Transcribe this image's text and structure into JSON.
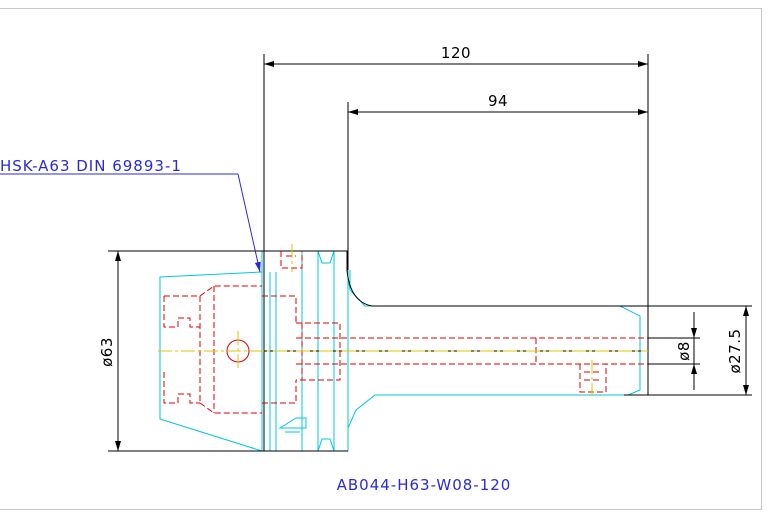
{
  "drawing": {
    "callout_label": "HSK-A63 DIN 69893-1",
    "part_number": "AB044-H63-W08-120",
    "dimensions": {
      "overall_length": "120",
      "gauge_length": "94",
      "flange_diameter": "ø63",
      "bore_diameter": "ø8",
      "nose_diameter": "ø27.5"
    },
    "colors": {
      "dimension": "#000000",
      "outline": "#00c8d8",
      "hidden": "#e00000",
      "center": "#d8c800",
      "callout": "#2a2ad8",
      "frame": "#c8c8c8"
    }
  }
}
